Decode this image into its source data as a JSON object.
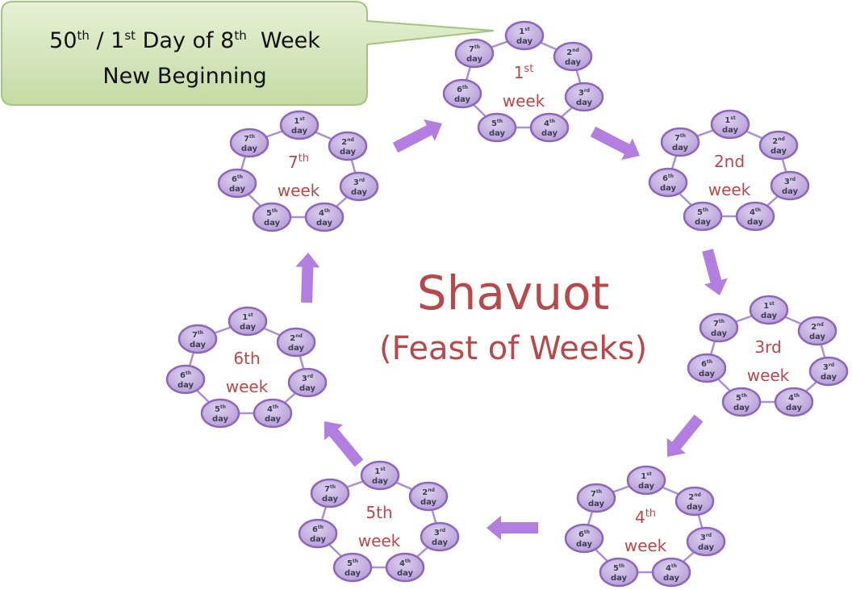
{
  "callout": {
    "line1_parts": [
      "50",
      "th",
      " / 1",
      "st",
      " Day of 8",
      "th",
      "  Week"
    ],
    "line2": "New Beginning"
  },
  "center": {
    "title": "Shavuot",
    "subtitle": "(Feast of Weeks)"
  },
  "day_labels": [
    {
      "num": "1",
      "sup": "st",
      "word": "day"
    },
    {
      "num": "2",
      "sup": "nd",
      "word": "day"
    },
    {
      "num": "3",
      "sup": "rd",
      "word": "day"
    },
    {
      "num": "4",
      "sup": "th",
      "word": "day"
    },
    {
      "num": "5",
      "sup": "th",
      "word": "day"
    },
    {
      "num": "6",
      "sup": "th",
      "word": "day"
    },
    {
      "num": "7",
      "sup": "th",
      "word": "day"
    }
  ],
  "weeks": [
    {
      "num": "1",
      "sup": "st",
      "word": "week"
    },
    {
      "num": "2nd",
      "sup": "",
      "word": "week"
    },
    {
      "num": "3rd",
      "sup": "",
      "word": "week"
    },
    {
      "num": "4",
      "sup": "th",
      "word": "week"
    },
    {
      "num": "5th",
      "sup": "",
      "word": "week"
    },
    {
      "num": "6th",
      "sup": "",
      "word": "week"
    },
    {
      "num": "7",
      "sup": "th",
      "word": "week"
    }
  ],
  "colors": {
    "circle_fill": "#c6b3df",
    "circle_stroke": "#8d66bb",
    "arrow": "#b27ee0",
    "connector": "#a98fd4",
    "callout_fill": "#cfe3b4",
    "callout_stroke": "#9dc07a",
    "title_red": "#b8484a"
  }
}
